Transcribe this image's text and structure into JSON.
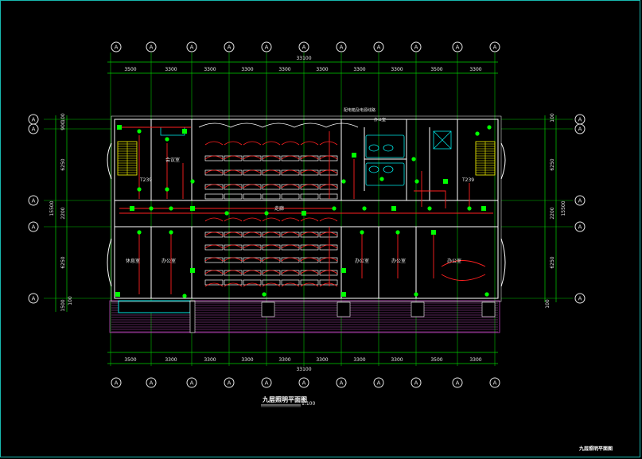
{
  "drawing": {
    "title": "九层照明平面图",
    "scale": "1:100",
    "corner_title": "九层照明平面图"
  },
  "grid": {
    "bubble_label": "A",
    "top_segments": [
      "3500",
      "3300",
      "3300",
      "3300",
      "3300",
      "3300",
      "3300",
      "3300",
      "3500",
      "3300"
    ],
    "top_total": "33100",
    "bottom_segments": [
      "3500",
      "3300",
      "3300",
      "3300",
      "3300",
      "3300",
      "3300",
      "3300",
      "3500",
      "3300"
    ],
    "bottom_total": "33100",
    "left_dims": [
      "100",
      "900",
      "6250",
      "2200",
      "6250",
      "1500",
      "100"
    ],
    "left_total": "15500",
    "right_dims": [
      "100",
      "6250",
      "2200",
      "6250",
      "100"
    ],
    "right_total": "15500"
  },
  "rooms": {
    "r1": "会议室",
    "r2": "休息室",
    "r3": "办公室",
    "r4": "办公室",
    "r5": "办公室",
    "r6": "办公室",
    "r7": "办公室",
    "corridor": "走廊",
    "stair_left": "T239",
    "stair_right": "T239",
    "note": "配电箱及电源线路"
  },
  "colors": {
    "wall": "#ffffff",
    "grid": "#00ff00",
    "wiring": "#ff2020",
    "fixture": "#00ff00",
    "stair": "#ffff00",
    "balcony": "#c040c0",
    "cyan": "#00e5e5",
    "frame": "#18b8b0"
  }
}
